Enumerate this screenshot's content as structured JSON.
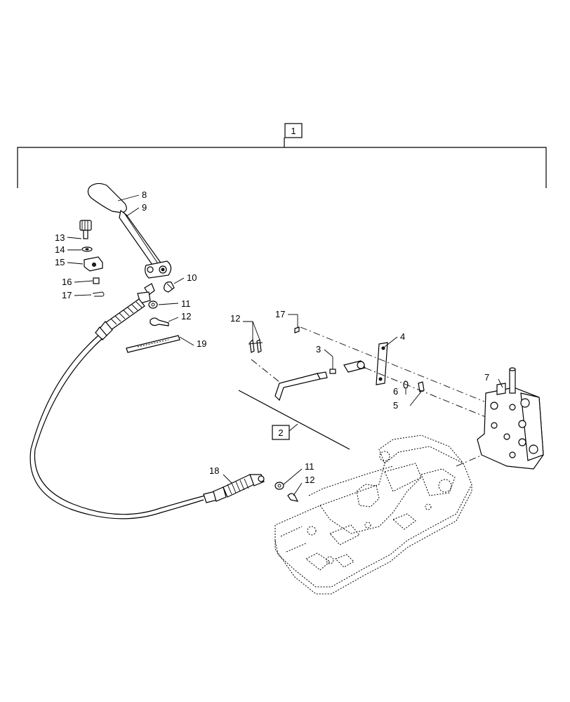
{
  "callouts": {
    "c1": "1",
    "c2": "2",
    "c3": "3",
    "c4": "4",
    "c5": "5",
    "c6": "6",
    "c7": "7",
    "c8": "8",
    "c9": "9",
    "c10": "10",
    "c11a": "11",
    "c11b": "11",
    "c12a": "12",
    "c12b": "12",
    "c12c": "12",
    "c13": "13",
    "c14": "14",
    "c15": "15",
    "c16": "16",
    "c17a": "17",
    "c17b": "17",
    "c18": "18",
    "c19": "19"
  }
}
